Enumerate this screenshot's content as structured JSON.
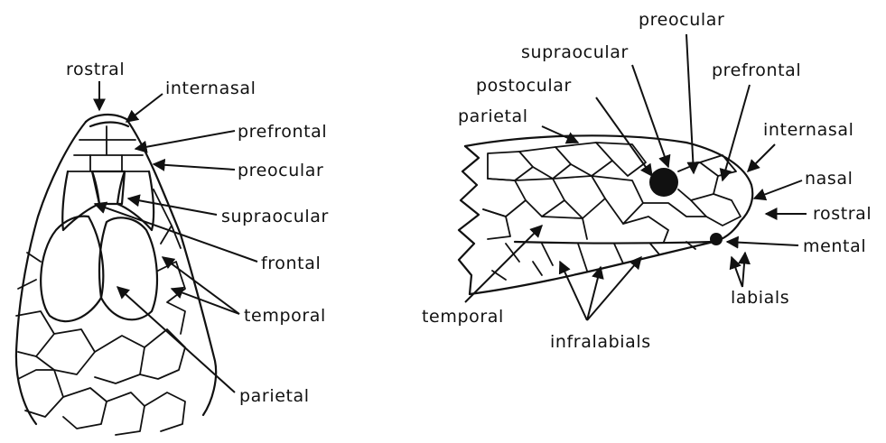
{
  "diagrams": [
    {
      "id": "dorsal-view",
      "labels": {
        "rostral": "rostral",
        "internasal": "internasal",
        "prefrontal": "prefrontal",
        "preocular": "preocular",
        "supraocular": "supraocular",
        "frontal": "frontal",
        "temporal": "temporal",
        "parietal": "parietal"
      }
    },
    {
      "id": "lateral-view",
      "labels": {
        "preocular": "preocular",
        "supraocular": "supraocular",
        "prefrontal": "prefrontal",
        "postocular": "postocular",
        "parietal": "parietal",
        "internasal": "internasal",
        "nasal": "nasal",
        "rostral": "rostral",
        "mental": "mental",
        "labials": "labials",
        "temporal": "temporal",
        "infralabials": "infralabials"
      }
    }
  ],
  "colors": {
    "ink": "#111111",
    "background": "#ffffff"
  }
}
